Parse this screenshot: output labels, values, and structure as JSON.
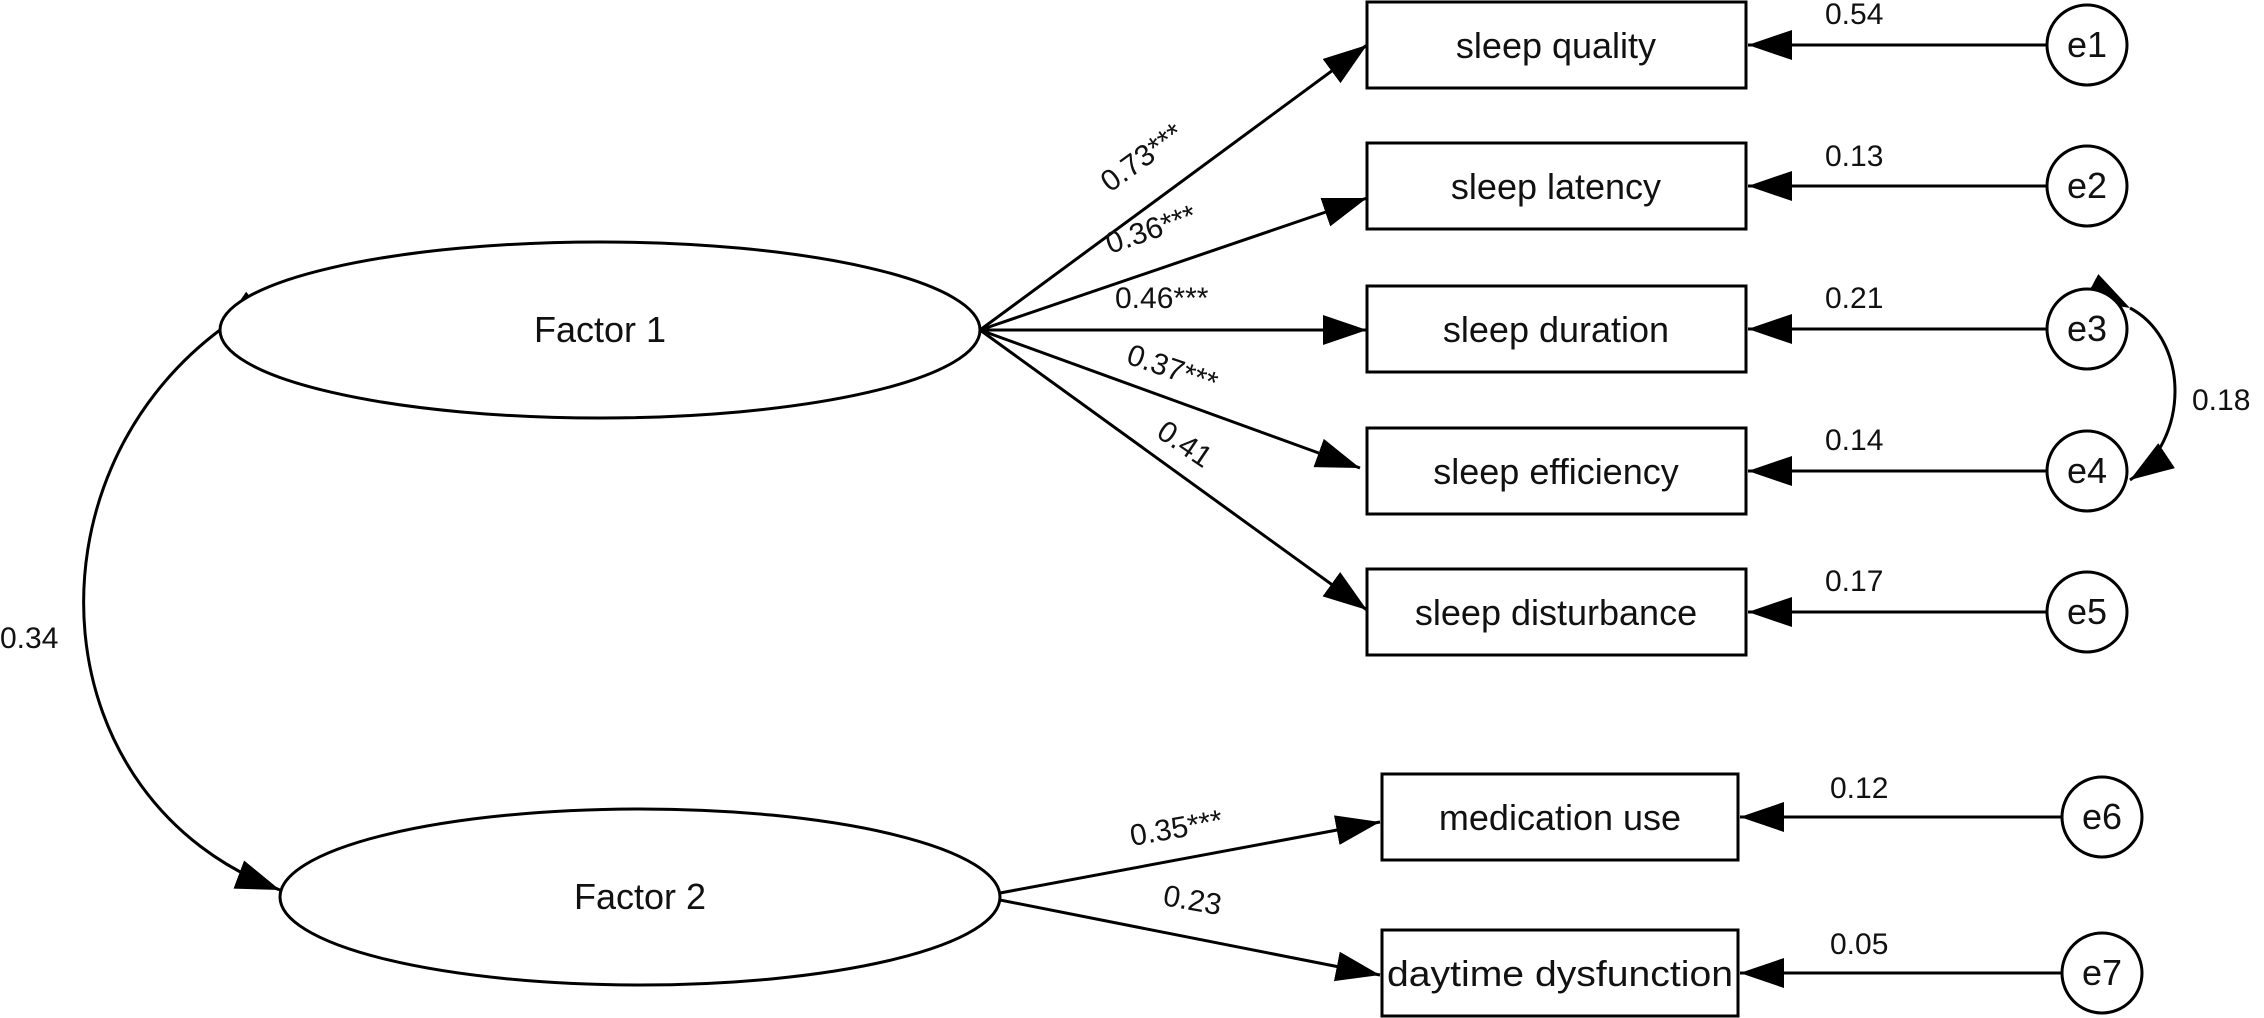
{
  "diagram": {
    "factors": [
      {
        "id": "f1",
        "label": "Factor 1"
      },
      {
        "id": "f2",
        "label": "Factor 2"
      }
    ],
    "indicators": [
      {
        "id": "i1",
        "label": "sleep quality",
        "loading": "0.73***",
        "error": "e1",
        "error_value": "0.54"
      },
      {
        "id": "i2",
        "label": "sleep latency",
        "loading": "0.36***",
        "error": "e2",
        "error_value": "0.13"
      },
      {
        "id": "i3",
        "label": "sleep duration",
        "loading": "0.46***",
        "error": "e3",
        "error_value": "0.21"
      },
      {
        "id": "i4",
        "label": "sleep efficiency",
        "loading": "0.37***",
        "error": "e4",
        "error_value": "0.14"
      },
      {
        "id": "i5",
        "label": "sleep disturbance",
        "loading": "0.41",
        "error": "e5",
        "error_value": "0.17"
      },
      {
        "id": "i6",
        "label": "medication use",
        "loading": "0.35***",
        "error": "e6",
        "error_value": "0.12"
      },
      {
        "id": "i7",
        "label": "daytime dysfunction",
        "loading": "0.23",
        "error": "e7",
        "error_value": "0.05"
      }
    ],
    "factor_covariance": "0.34",
    "error_covariance_e3_e4": "0.18",
    "colors": {
      "stroke": "#000000",
      "fill": "#ffffff",
      "text": "#111111"
    }
  }
}
